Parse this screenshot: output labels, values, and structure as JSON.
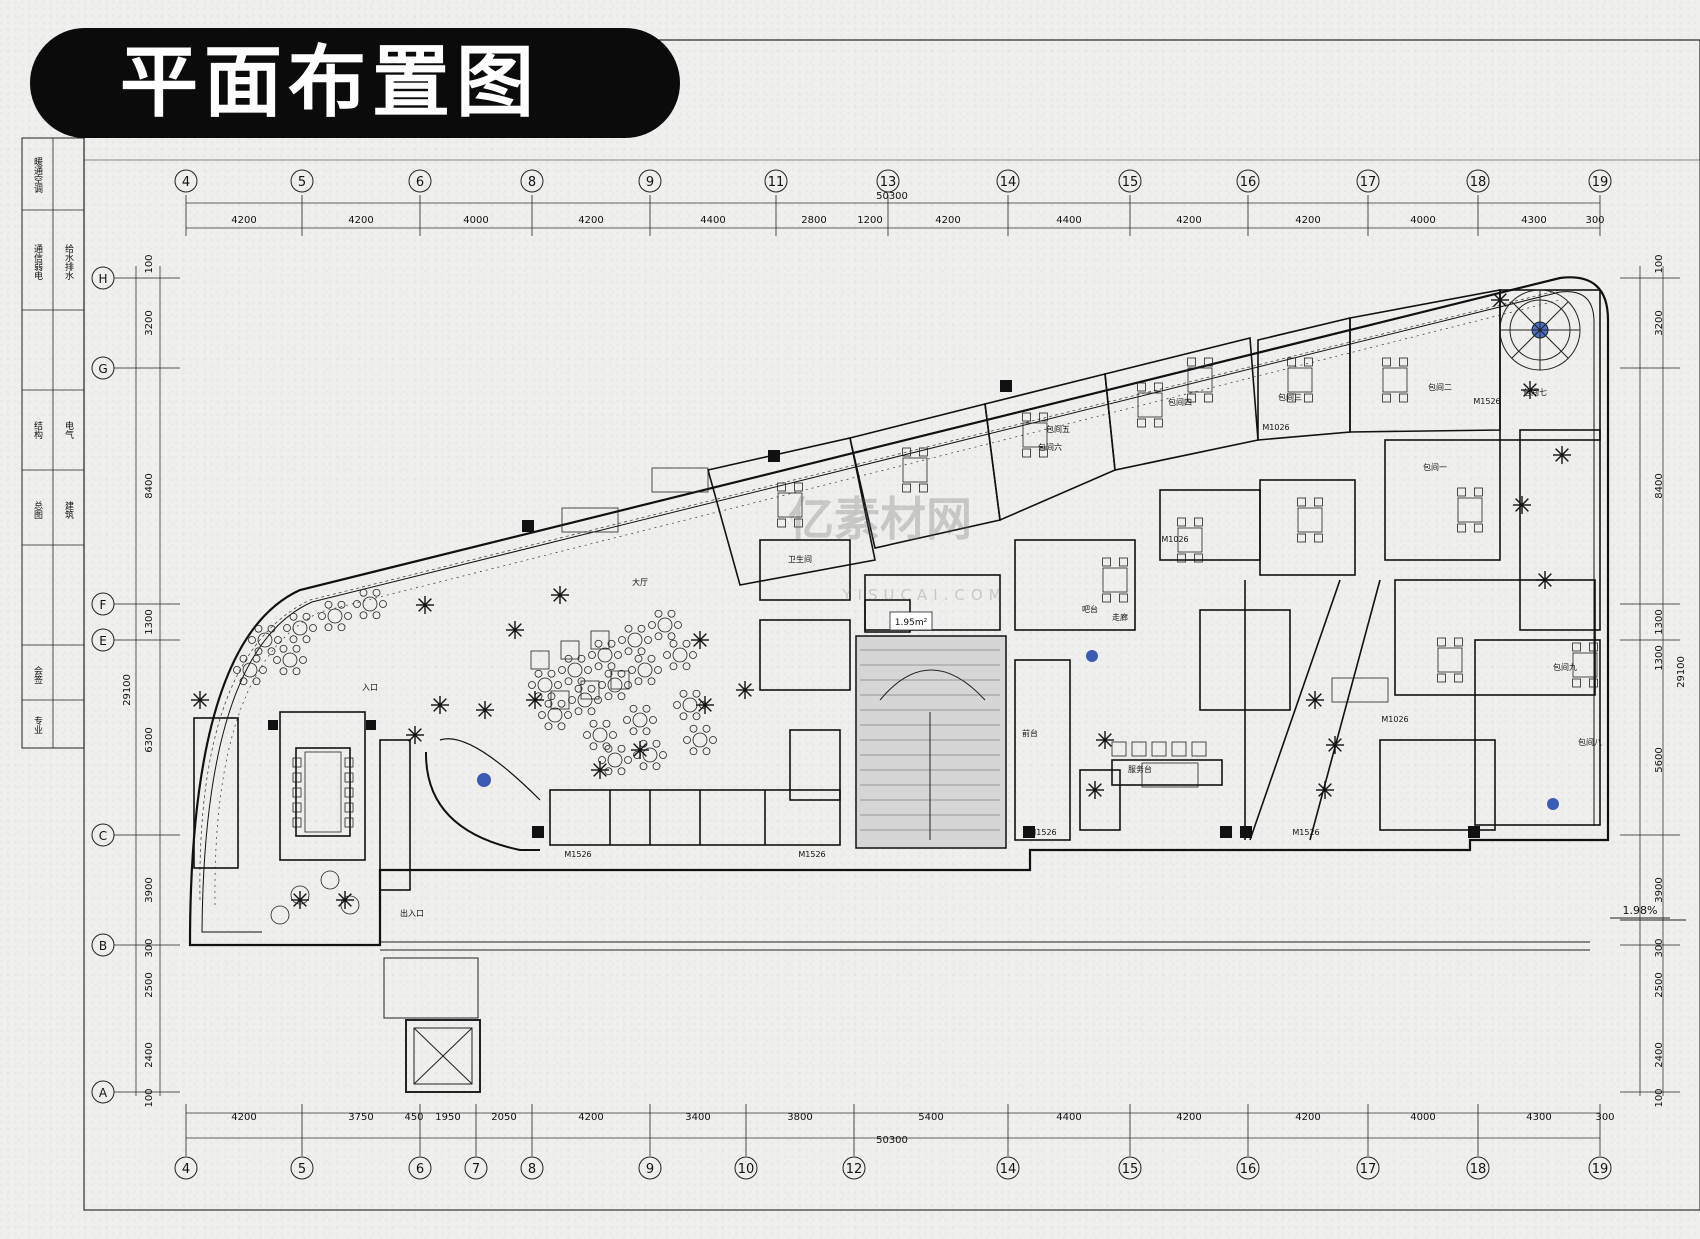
{
  "title": "平面布置图",
  "watermark": {
    "main": "亿素材网",
    "sub": "YISUCAI.COM"
  },
  "title_block": [
    "暖通空调",
    "通信弱电",
    "给水排水",
    "结构",
    "电气",
    "总图",
    "建筑",
    "会签",
    "专业"
  ],
  "top_axes": [
    "4",
    "5",
    "6",
    "8",
    "9",
    "11",
    "13",
    "14",
    "15",
    "16",
    "17",
    "18",
    "19"
  ],
  "top_dims": [
    "4200",
    "4200",
    "4000",
    "4200",
    "4400",
    "2800",
    "1200",
    "4200",
    "4400",
    "4200",
    "4200",
    "4000",
    "4300",
    "300"
  ],
  "top_total": "50300",
  "bottom_axes": [
    "4",
    "5",
    "6",
    "7",
    "8",
    "9",
    "10",
    "12",
    "14",
    "15",
    "16",
    "17",
    "18",
    "19"
  ],
  "bottom_dims": [
    "4200",
    "3750",
    "450",
    "1950",
    "2050",
    "4200",
    "3400",
    "3800",
    "5400",
    "4400",
    "4200",
    "4200",
    "4000",
    "4300",
    "300"
  ],
  "bottom_total": "50300",
  "row_axes": [
    "H",
    "G",
    "F",
    "E",
    "C",
    "B",
    "A"
  ],
  "left_dims": [
    "100",
    "3200",
    "8400",
    "1300",
    "6300",
    "3900",
    "300",
    "2500",
    "2400",
    "100"
  ],
  "left_total": "29100",
  "right_dims": [
    "100",
    "3200",
    "8400",
    "1300",
    "1300",
    "5600",
    "3900",
    "300",
    "2500",
    "2400",
    "100"
  ],
  "right_total": "29100",
  "slope": "1.98%",
  "area_label": "1.95m²",
  "door_tags": [
    "M1526",
    "M1526",
    "M1526",
    "M1526",
    "M1526",
    "M1026",
    "M1026",
    "M1026"
  ],
  "room_labels": [
    "包间六",
    "包间五",
    "包间四",
    "包间三",
    "包间二",
    "包间一",
    "包间七",
    "包间八",
    "包间九",
    "入口",
    "前台",
    "吧台",
    "服务台",
    "走廊",
    "卫生间",
    "大厅",
    "出入口"
  ]
}
